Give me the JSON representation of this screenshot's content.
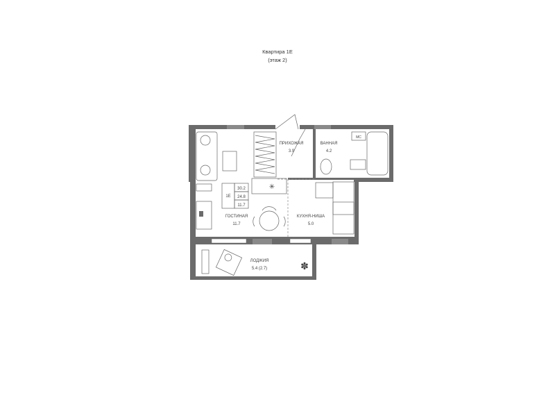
{
  "header": {
    "title": "Квартира 1Е",
    "subtitle": "(этаж 2)"
  },
  "apartment": {
    "code": "1Е",
    "total_area": "30.2",
    "living_total": "24.8",
    "living_area": "11.7"
  },
  "rooms": [
    {
      "name": "ПРИХОЖАЯ",
      "area": "3.9"
    },
    {
      "name": "ВАННАЯ",
      "area": "4.2"
    },
    {
      "name": "ГОСТИНАЯ",
      "area": "11.7"
    },
    {
      "name": "КУХНЯ-НИША",
      "area": "5.0"
    },
    {
      "name": "ЛОДЖИЯ",
      "area": "5.4 (2.7)"
    }
  ],
  "labels": {
    "mc": "МС"
  }
}
